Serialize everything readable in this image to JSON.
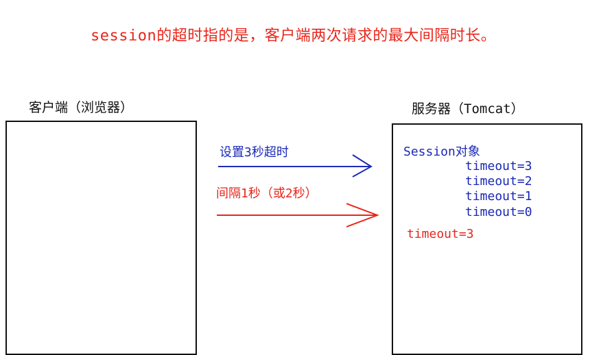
{
  "heading": "session的超时指的是，客户端两次请求的最大间隔时长。",
  "client": {
    "title": "客户端（浏览器）"
  },
  "server": {
    "title": "服务器（Tomcat）",
    "session_label": "Session对象",
    "timeouts": [
      "timeout=3",
      "timeout=2",
      "timeout=1",
      "timeout=0"
    ],
    "reset_label": "timeout=3"
  },
  "arrows": {
    "set_timeout": "设置3秒超时",
    "interval": "间隔1秒（或2秒）"
  },
  "colors": {
    "heading": "#e8261b",
    "blue_arrow": "#1d2ab8",
    "red_arrow": "#e8261b"
  }
}
